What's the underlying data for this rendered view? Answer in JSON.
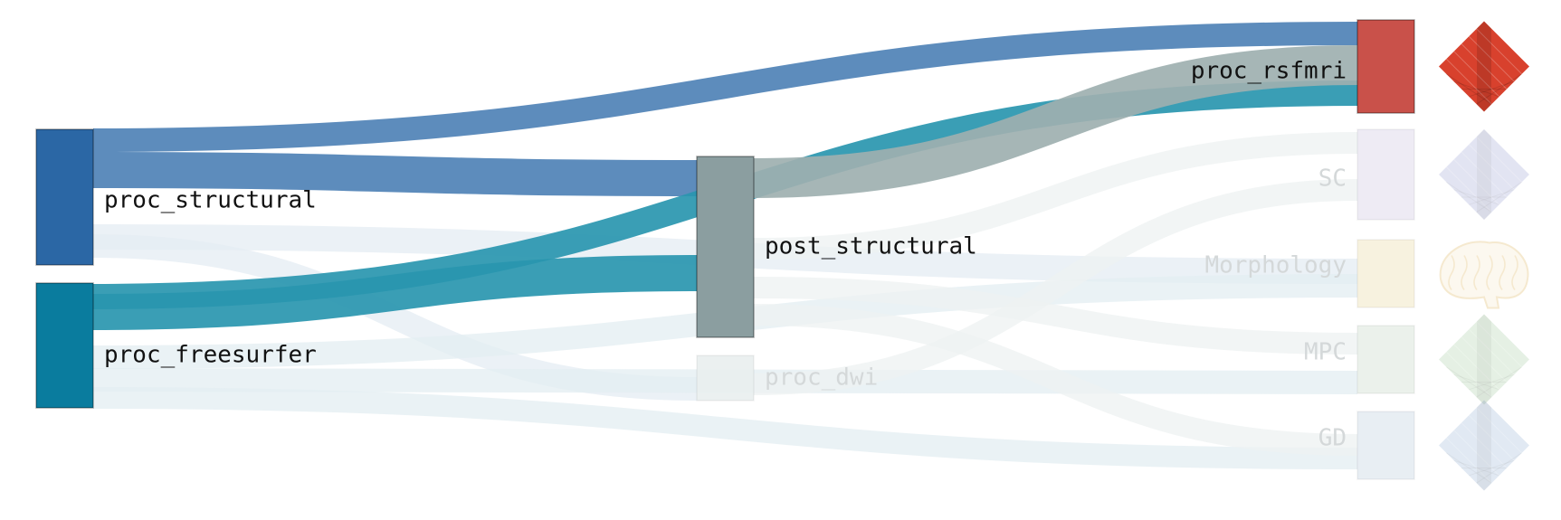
{
  "diagram": {
    "nodes": [
      {
        "id": "proc_structural",
        "label": "proc_structural",
        "color": "#2b67a5",
        "active": true
      },
      {
        "id": "proc_freesurfer",
        "label": "proc_freesurfer",
        "color": "#0a7c9e",
        "active": true
      },
      {
        "id": "post_structural",
        "label": "post_structural",
        "color": "#8b9ea0",
        "active": true
      },
      {
        "id": "proc_dwi",
        "label": "proc_dwi",
        "color": "#e9eeee",
        "active": false
      },
      {
        "id": "proc_rsfmri",
        "label": "proc_rsfmri",
        "color": "#c9514a",
        "active": true
      },
      {
        "id": "SC",
        "label": "SC",
        "color": "#ece9f3",
        "active": false
      },
      {
        "id": "Morphology",
        "label": "Morphology",
        "color": "#f6f1dc",
        "active": false
      },
      {
        "id": "MPC",
        "label": "MPC",
        "color": "#e9f0e9",
        "active": false
      },
      {
        "id": "GD",
        "label": "GD",
        "color": "#e6ecf2",
        "active": false
      }
    ],
    "links": [
      {
        "source": "proc_structural",
        "target": "proc_rsfmri",
        "color": "#4f82b6",
        "active": true
      },
      {
        "source": "proc_structural",
        "target": "post_structural",
        "color": "#4f82b6",
        "active": true
      },
      {
        "source": "proc_freesurfer",
        "target": "proc_rsfmri",
        "color": "#2996af",
        "active": true
      },
      {
        "source": "proc_freesurfer",
        "target": "post_structural",
        "color": "#2996af",
        "active": true
      },
      {
        "source": "post_structural",
        "target": "proc_rsfmri",
        "color": "#9eb0b0",
        "active": true
      },
      {
        "source": "proc_structural",
        "target": "proc_dwi",
        "color": "#e4ecf3",
        "active": false
      },
      {
        "source": "proc_structural",
        "target": "Morphology",
        "color": "#e4ecf3",
        "active": false
      },
      {
        "source": "proc_freesurfer",
        "target": "Morphology",
        "color": "#e3eef2",
        "active": false
      },
      {
        "source": "proc_freesurfer",
        "target": "MPC",
        "color": "#e3eef2",
        "active": false
      },
      {
        "source": "proc_freesurfer",
        "target": "GD",
        "color": "#e3eef2",
        "active": false
      },
      {
        "source": "post_structural",
        "target": "SC",
        "color": "#eef2f2",
        "active": false
      },
      {
        "source": "post_structural",
        "target": "MPC",
        "color": "#eef2f2",
        "active": false
      },
      {
        "source": "post_structural",
        "target": "GD",
        "color": "#eef2f2",
        "active": false
      },
      {
        "source": "proc_dwi",
        "target": "SC",
        "color": "#eef2f2",
        "active": false
      }
    ],
    "icons": [
      {
        "node": "proc_rsfmri",
        "kind": "connectivity-matrix-icon",
        "color": "#d8412d",
        "active": true
      },
      {
        "node": "SC",
        "kind": "connectivity-matrix-icon",
        "color": "#b9bde0",
        "active": false
      },
      {
        "node": "Morphology",
        "kind": "brain-icon",
        "color": "#e7c98a",
        "active": false
      },
      {
        "node": "MPC",
        "kind": "connectivity-matrix-icon",
        "color": "#bfdcbc",
        "active": false
      },
      {
        "node": "GD",
        "kind": "connectivity-matrix-icon",
        "color": "#b5c9e2",
        "active": false
      }
    ]
  }
}
